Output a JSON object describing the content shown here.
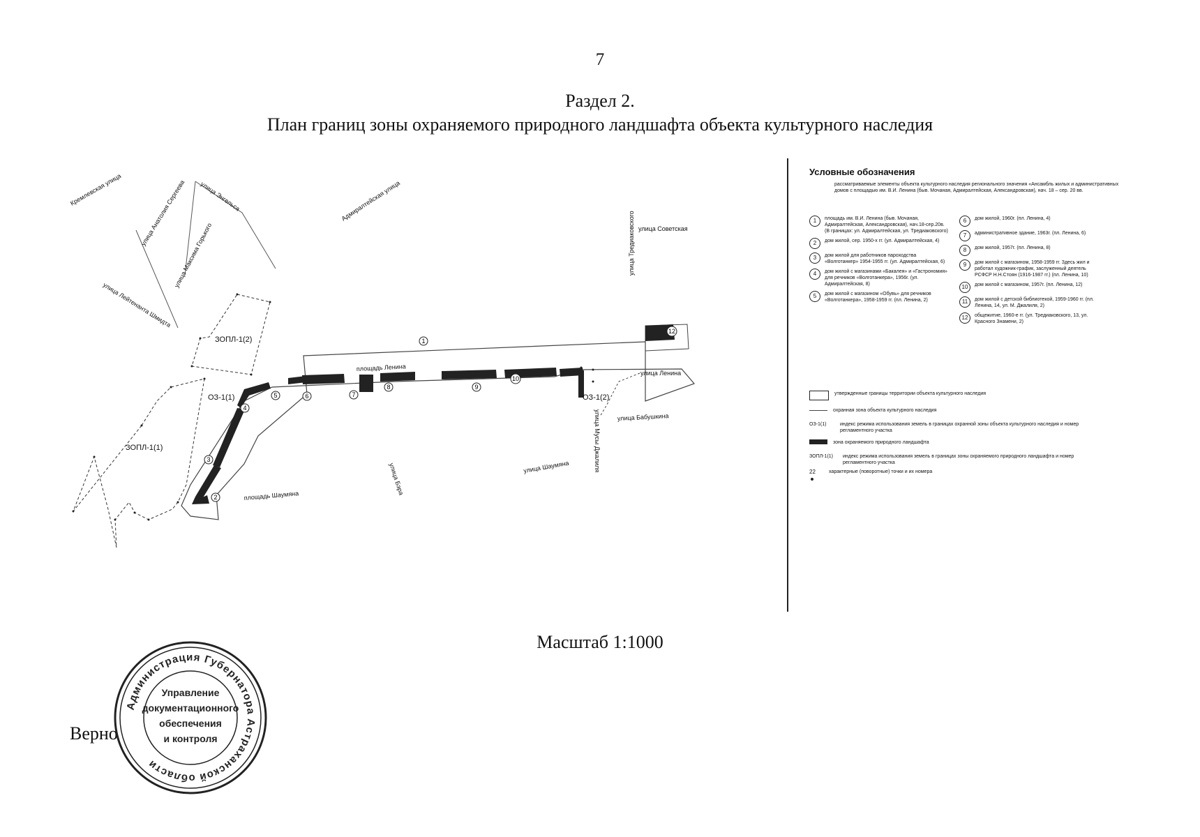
{
  "page_number": "7",
  "section_title": "Раздел 2.",
  "plan_title": "План границ зоны охраняемого природного ландшафта объекта культурного наследия",
  "scale": "Масштаб 1:1000",
  "bottom_left_text": "Верно",
  "map_labels": {
    "kremlevskaya": "Кремлевская улица",
    "anatoliya_sergeeva": "улица Анатолия Сергеева",
    "engelsa": "улица Энгельса",
    "maksima_gorkogo": "улица Максима Горького",
    "admiralteyskaya": "Адмиралтейская улица",
    "leytenanta_shmidta": "улица Лейтенанта Шмидта",
    "trediakovskogo": "улица Тредиаковского",
    "sovetskaya": "улица Советская",
    "lenina_square": "площадь Ленина",
    "lenina_street": "улица Ленина",
    "babushkina": "улица Бабушкина",
    "shaumyana_street": "улица Шаумяна",
    "shaumyana_square": "площадь Шаумяна",
    "boro": "улица Бэра",
    "musy_dzhalilya": "улица Мусы Джалиля",
    "zopl_1_2": "ЗОПЛ-1(2)",
    "zopl_1_1": "ЗОПЛ-1(1)",
    "oz_1_1": "ОЗ-1(1)",
    "oz_1_2": "ОЗ-1(2)",
    "site_1": "1",
    "site_2": "2",
    "site_3": "3",
    "site_4": "4",
    "site_5": "5",
    "site_6": "6",
    "site_7": "7",
    "site_8": "8",
    "site_9": "9",
    "site_10": "10",
    "site_12": "12"
  },
  "legend": {
    "title": "Условные обозначения",
    "intro": "рассматриваемые элементы объекта культурного наследия регионального значения «Ансамбль жилых и административных домов с площадью им. В.И. Ленина (быв. Мочаная, Адмиралтейская, Александровская), нач. 18 – сер. 20 вв.",
    "items_left": [
      {
        "num": "1",
        "text": "площадь им. В.И. Ленина (быв. Мочаная, Адмиралтейская, Александровская), нач.18-сер.20в. (В границах: ул. Адмиралтейская, ул. Тредиаковского)"
      },
      {
        "num": "2",
        "text": "дом жилой, сер. 1950-х гг. (ул. Адмиралтейская, 4)"
      },
      {
        "num": "3",
        "text": "дом жилой для работников пароходства «Волготанкер» 1954-1955 гг. (ул. Адмиралтейская, 6)"
      },
      {
        "num": "4",
        "text": "дом жилой с магазинами «Бакалея» и «Гастрономия» для речников «Волготанкера», 1956г. (ул. Адмиралтейская, 8)"
      },
      {
        "num": "5",
        "text": "дом жилой с магазином «Обувь» для речников «Волготанкера», 1958-1959 гг. (пл. Ленина, 2)"
      }
    ],
    "items_right": [
      {
        "num": "6",
        "text": "дом жилой, 1960г. (пл. Ленина, 4)"
      },
      {
        "num": "7",
        "text": "административное здание, 1963г. (пл. Ленина, 6)"
      },
      {
        "num": "8",
        "text": "дом жилой, 1957г. (пл. Ленина, 8)"
      },
      {
        "num": "9",
        "text": "дом жилой с магазином, 1958-1959 гг. Здесь жил и работал художник-график, заслуженный деятель РСФСР Н.Н.Стоян (1916-1987 гг.) (пл. Ленина, 10)"
      },
      {
        "num": "10",
        "text": "дом жилой с магазином, 1957г. (пл. Ленина, 12)"
      },
      {
        "num": "11",
        "text": "дом жилой с детской библиотекой, 1959-1960 гг. (пл. Ленина, 14, ул. М. Джалиля, 2)"
      },
      {
        "num": "12",
        "text": "общежитие, 1960-е гг. (ул. Тредиаковского, 13, ул. Красного Знамени, 2)"
      }
    ],
    "key_boundary": "утвержденные границы территории объекта культурного наследия",
    "key_protection": "охранная зона объекта культурного наследия",
    "key_oz_code": "ОЗ-1(1)",
    "key_oz": "индекс режима использования земель в границах охранной зоны объекта культурного наследия и номер регламентного участка",
    "key_landscape": "зона охраняемого природного ландшафта",
    "key_zopl_code": "ЗОПЛ-1(1)",
    "key_zopl": "индекс режима использования земель в границах зоны охраняемого природного ландшафта и номер регламентного участка",
    "key_point_num": "22",
    "key_points": "характерные (поворотные) точки и их номера"
  },
  "stamp": {
    "ring": "Администрация Губернатора Астраханской области",
    "line1": "Управление",
    "line2": "документационного",
    "line3": "обеспечения",
    "line4": "и контроля"
  }
}
